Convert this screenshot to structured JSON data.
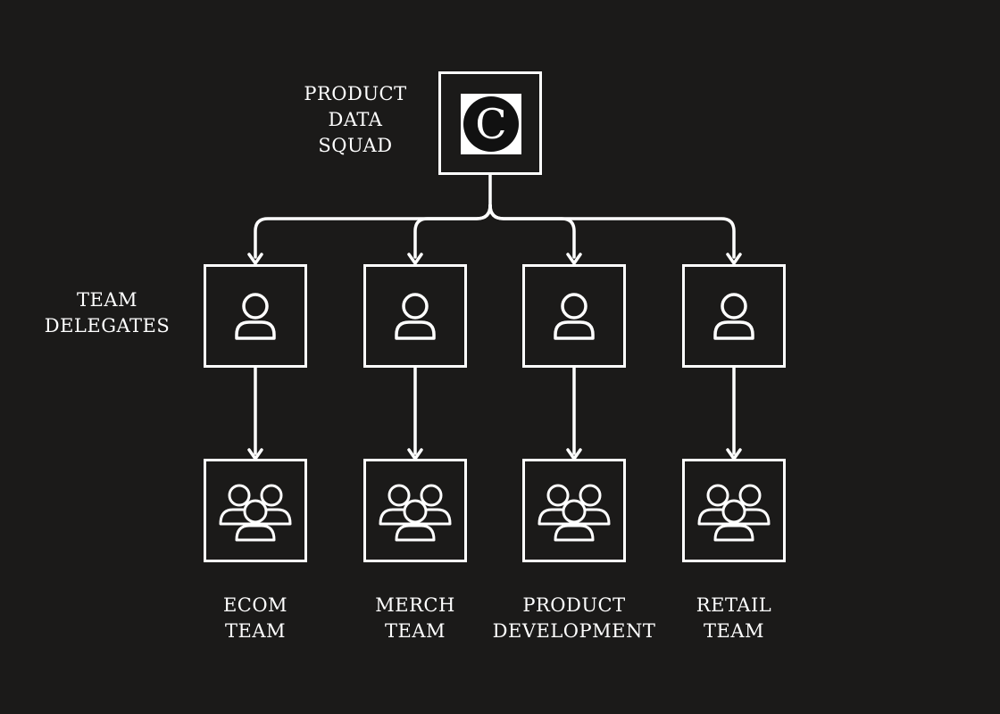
{
  "colors": {
    "background": "#1b1a19",
    "stroke": "#ffffff"
  },
  "root": {
    "label_lines": [
      "PRODUCT",
      "DATA",
      "SQUAD"
    ],
    "logo_letter": "C",
    "icon": "logo-c-icon"
  },
  "delegates_label_lines": [
    "TEAM",
    "DELEGATES"
  ],
  "delegate_icon": "person-icon",
  "team_icon": "group-icon",
  "teams": [
    {
      "label_lines": [
        "ECOM",
        "TEAM"
      ]
    },
    {
      "label_lines": [
        "MERCH",
        "TEAM"
      ]
    },
    {
      "label_lines": [
        "PRODUCT",
        "DEVELOPMENT"
      ]
    },
    {
      "label_lines": [
        "RETAIL",
        "TEAM"
      ]
    }
  ]
}
